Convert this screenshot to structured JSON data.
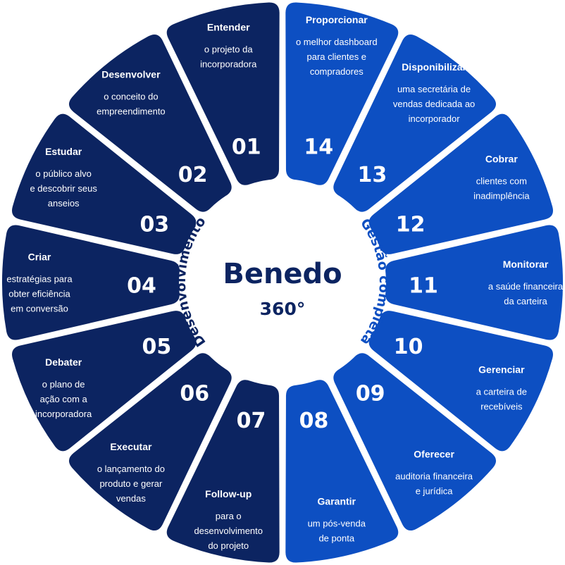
{
  "center": {
    "title": "Benedo",
    "subtitle": "360°"
  },
  "arc_labels": {
    "left": "Desenvolvimento",
    "right": "Gestão completa"
  },
  "colors": {
    "dark": "#0c2461",
    "light": "#0d4fc2",
    "text_dark": "#0c2461",
    "text_light": "#0d4fc2",
    "background": "#ffffff"
  },
  "segments": [
    {
      "number": "01",
      "title": "Entender",
      "desc": [
        "o projeto da",
        "incorporadora"
      ],
      "tone": "dark"
    },
    {
      "number": "02",
      "title": "Desenvolver",
      "desc": [
        "o conceito do",
        "empreendimento"
      ],
      "tone": "dark"
    },
    {
      "number": "03",
      "title": "Estudar",
      "desc": [
        "o público alvo",
        "e descobrir seus",
        "anseios"
      ],
      "tone": "dark"
    },
    {
      "number": "04",
      "title": "Criar",
      "desc": [
        "estratégias para",
        "obter eficiência",
        "em conversão"
      ],
      "tone": "dark"
    },
    {
      "number": "05",
      "title": "Debater",
      "desc": [
        "o plano de",
        "ação com a",
        "incorporadora"
      ],
      "tone": "dark"
    },
    {
      "number": "06",
      "title": "Executar",
      "desc": [
        "o lançamento do",
        "produto e gerar",
        "vendas"
      ],
      "tone": "dark"
    },
    {
      "number": "07",
      "title": "Follow-up",
      "desc": [
        "para o",
        "desenvolvimento",
        "do projeto"
      ],
      "tone": "dark"
    },
    {
      "number": "08",
      "title": "Garantir",
      "desc": [
        "um pós-venda",
        "de ponta"
      ],
      "tone": "light"
    },
    {
      "number": "09",
      "title": "Oferecer",
      "desc": [
        "auditoria financeira",
        "e jurídica"
      ],
      "tone": "light"
    },
    {
      "number": "10",
      "title": "Gerenciar",
      "desc": [
        "a carteira de",
        "recebíveis"
      ],
      "tone": "light"
    },
    {
      "number": "11",
      "title": "Monitorar",
      "desc": [
        "a saúde financeira",
        "da carteira"
      ],
      "tone": "light"
    },
    {
      "number": "12",
      "title": "Cobrar",
      "desc": [
        "clientes com",
        "inadimplência"
      ],
      "tone": "light"
    },
    {
      "number": "13",
      "title": "Disponibilizar",
      "desc": [
        "uma secretária de",
        "vendas dedicada ao",
        "incorporador"
      ],
      "tone": "light"
    },
    {
      "number": "14",
      "title": "Proporcionar",
      "desc": [
        "o melhor dashboard",
        "para clientes e",
        "compradores"
      ],
      "tone": "light"
    }
  ]
}
